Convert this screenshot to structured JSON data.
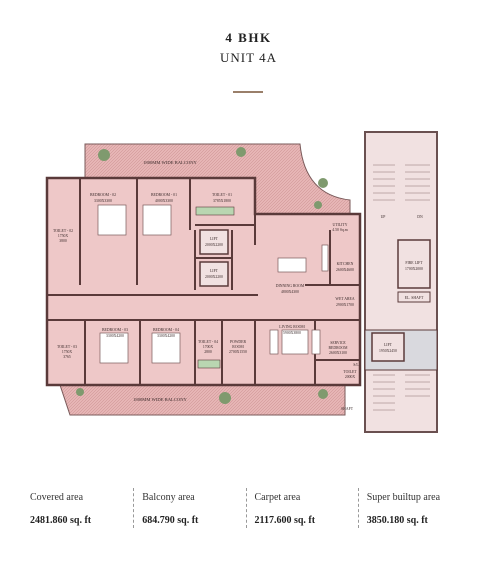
{
  "header": {
    "title": "4 BHK",
    "subtitle": "UNIT 4A"
  },
  "plan": {
    "rooms": {
      "bed02": [
        "BEDROOM - 02",
        "3300X3300"
      ],
      "bed01": [
        "BEDROOM - 01",
        "4000X3300"
      ],
      "toilet01": [
        "TOILET - 01",
        "3785X1800"
      ],
      "toilet02": [
        "TOILET - 02",
        "1750X",
        "3800"
      ],
      "lift1": [
        "LIFT",
        "2000X2200"
      ],
      "lift2": [
        "LIFT",
        "2000X2200"
      ],
      "utility": [
        "UTILITY",
        "4.50 Sq.m"
      ],
      "kitchen": [
        "KITCHEN",
        "2600X4600"
      ],
      "dining": [
        "DINNING ROOM",
        "4800X4300"
      ],
      "bed03": [
        "BEDROOM - 03",
        "3300X4200"
      ],
      "bed04": [
        "BEDROOM - 04",
        "3300X4200"
      ],
      "toilet03": [
        "TOILET - 03",
        "1750X",
        "3765"
      ],
      "toilet04": [
        "TOILET - 04",
        "1700X",
        "2800"
      ],
      "powder": [
        "POWDER",
        "ROOM",
        "2700X1550"
      ],
      "living": [
        "LIVING ROOM",
        "5900X3800"
      ],
      "wetarea": [
        "WET AREA",
        "2900X1700"
      ],
      "service": [
        "SERVICE",
        "BEDROOM",
        "2600X3100"
      ],
      "toilet_s": [
        "TOILET",
        "2000X"
      ],
      "firelift": [
        "FIRE LIFT",
        "1700X2000"
      ],
      "shaft": [
        "EL. SHAFT"
      ],
      "liftlobby": [
        "LIFT",
        "1950X2450"
      ],
      "sl": [
        "S/L"
      ],
      "shaftlbl": [
        "SHAFT"
      ],
      "dn": [
        "DN"
      ],
      "up": [
        "UP"
      ]
    },
    "balcony_top": "1800MM WIDE BALCONY",
    "balcony_bottom": "1800MM WIDE BALCONY"
  },
  "areas": [
    {
      "label": "Covered area",
      "value": "2481.860 sq. ft"
    },
    {
      "label": "Balcony area",
      "value": "684.790 sq. ft"
    },
    {
      "label": "Carpet area",
      "value": "2117.600 sq. ft"
    },
    {
      "label": "Super builtup area",
      "value": "3850.180 sq. ft"
    }
  ]
}
